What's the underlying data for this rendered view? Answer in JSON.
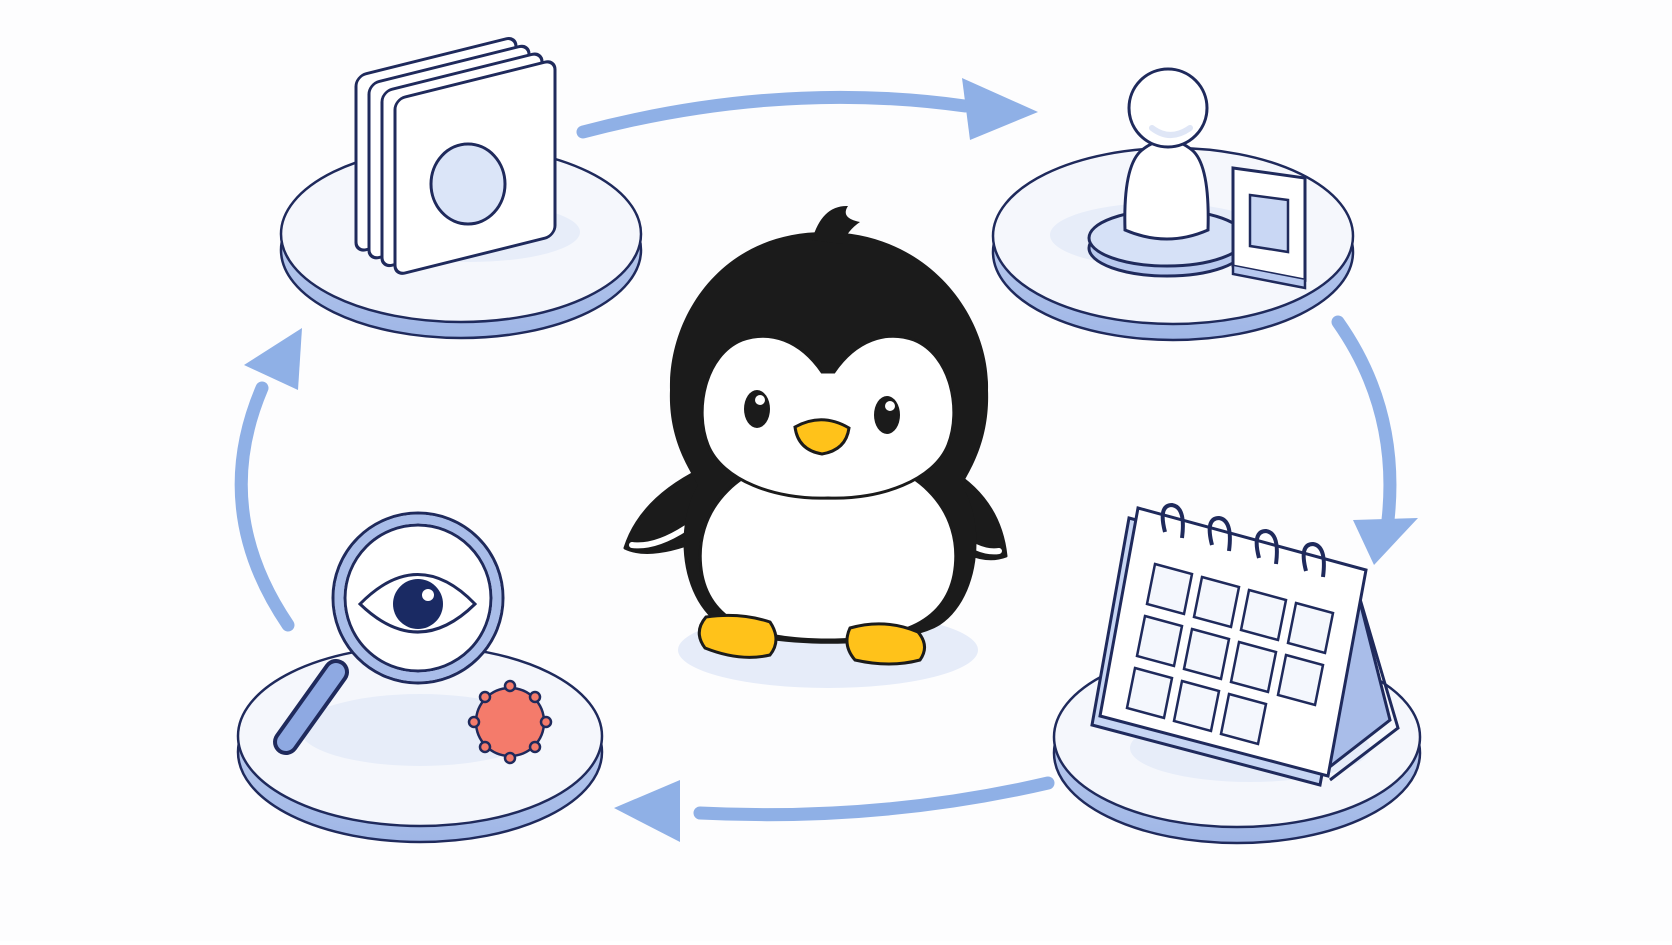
{
  "diagram": {
    "kind": "cycle",
    "direction": "clockwise",
    "center": "penguin-mascot",
    "stages": [
      {
        "id": "cards",
        "icon": "card-stack-icon"
      },
      {
        "id": "figure",
        "icon": "board-game-pawn-icon"
      },
      {
        "id": "calendar",
        "icon": "desk-calendar-icon"
      },
      {
        "id": "inspect",
        "icon": "magnifier-eye-bug-icon"
      }
    ]
  },
  "colors": {
    "background": "#fdfdfe",
    "arrow": "#8fb0e6",
    "outline": "#1f2a5c",
    "platform_top": "#f5f7fc",
    "platform_side": "#b8c8ec",
    "accent_fill": "#dde7fa",
    "penguin_black": "#1b1b1b",
    "beak_feet": "#ffc21a",
    "bug": "#f47b6b",
    "iris": "#1a2a63"
  }
}
